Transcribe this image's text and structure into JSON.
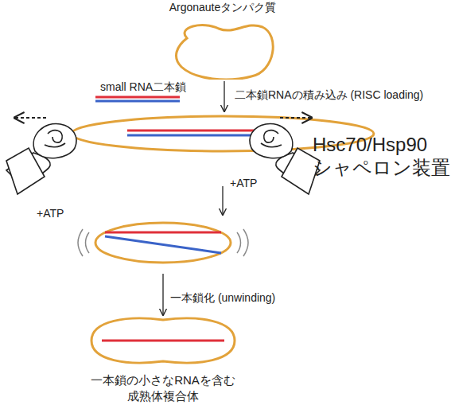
{
  "diagram": {
    "nodes": [
      {
        "text": [
          "Argonauteタンパク質"
        ]
      },
      {
        "text": [
          "一本鎖の小さなRNAを含む 成熟体複合体"
        ]
      }
    ],
    "labels": [
      "small RNA二本鎖",
      "二本鎖RNAの積み込み (RISC loading)",
      "Hsc70/Hsp90 シャペロン装置",
      "+ATP",
      "+ATP",
      "一本鎖化 (unwinding)"
    ]
  }
}
